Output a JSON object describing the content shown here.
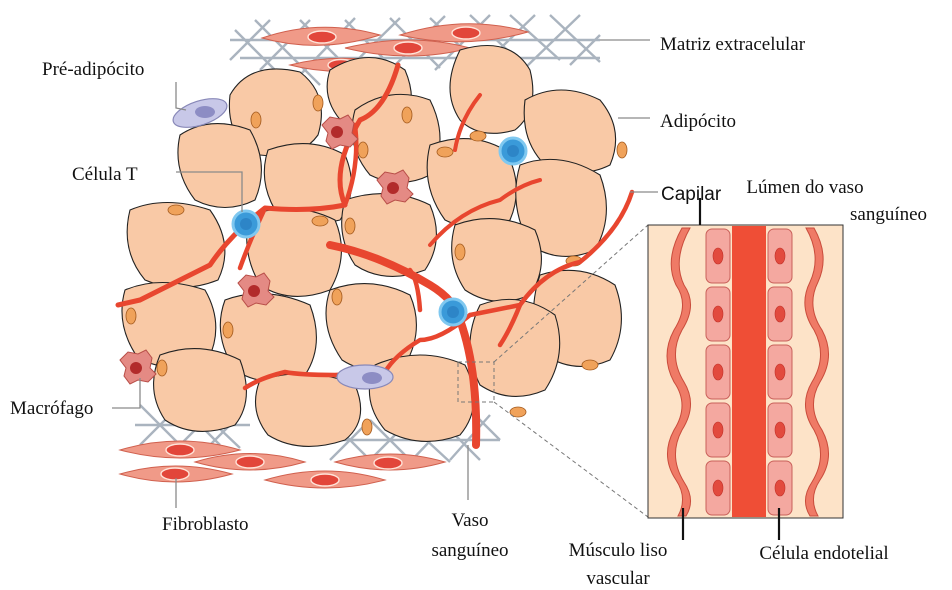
{
  "labels": {
    "matrix": "Matriz extracelular",
    "preadipocyte": "Pré-adipócito",
    "adipocyte": "Adipócito",
    "tcell": "Célula T",
    "capillary": "Capilar",
    "lumen_line1": "Lúmen do vaso",
    "lumen_line2": "sanguíneo",
    "macrophage": "Macrófago",
    "fibroblast": "Fibroblasto",
    "vessel_line1": "Vaso",
    "vessel_line2": "sanguíneo",
    "smooth_muscle_line1": "Músculo liso",
    "smooth_muscle_line2": "vascular",
    "endothelial": "Célula endotelial"
  },
  "colors": {
    "adipocyte": "#f9c9a6",
    "vessel": "#e8462f",
    "tcell": "#3a9ad9",
    "fibroblast": "#f09a88",
    "preadipocyte": "#c8c8e8",
    "macrophage": "#e48a84",
    "matrix": "#aab4bf"
  }
}
